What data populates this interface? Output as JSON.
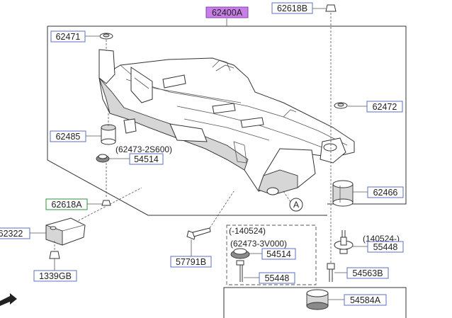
{
  "labels": {
    "main_assembly": "62400A",
    "nut_top": "62618B",
    "cap_left": "62471",
    "cap_right": "62472",
    "bushing_left": "62485",
    "variant_left": "(62473-2S600)",
    "stopper_left": "54514",
    "bushing_right": "62466",
    "nut_left": "62618A",
    "bracket": "62322",
    "nut_small": "1339GB",
    "bolt_center": "57791B",
    "date_before": "(-140524)",
    "variant_inner": "(62473-3V000)",
    "stopper_inner": "54514",
    "bolt_inner": "55448",
    "date_after": "(140524-)",
    "bolt_right": "55448",
    "bolt_right_long": "54563B",
    "insulator_bottom": "54584A",
    "view_marker": "A"
  },
  "colors": {
    "main_assembly_fill": "#c77ee6",
    "main_assembly_border": "#8a3fb0",
    "label_border": "#5b6fc4",
    "nut_left_border": "#2f8f3a"
  }
}
